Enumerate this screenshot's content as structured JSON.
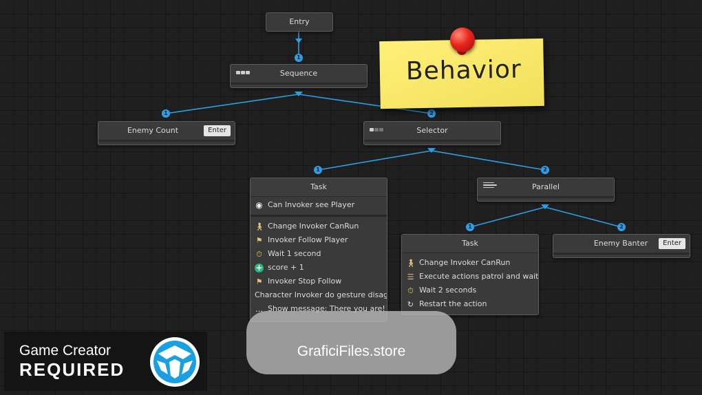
{
  "graph": {
    "entry": {
      "label": "Entry"
    },
    "sequence": {
      "label": "Sequence",
      "icon": "sequence-icon"
    },
    "enemy_count": {
      "label": "Enemy Count",
      "button": "Enter"
    },
    "selector": {
      "label": "Selector",
      "icon": "selector-icon"
    },
    "task1": {
      "title": "Task",
      "conditions": [
        {
          "icon": "eye-icon",
          "text": "Can Invoker see Player"
        }
      ],
      "actions": [
        {
          "icon": "character-icon",
          "text": "Change Invoker CanRun"
        },
        {
          "icon": "character-follow-icon",
          "text": "Invoker Follow Player"
        },
        {
          "icon": "timer-icon",
          "text": "Wait 1 second"
        },
        {
          "icon": "plus-icon",
          "text": "score + 1"
        },
        {
          "icon": "character-follow-icon",
          "text": "Invoker Stop Follow"
        },
        {
          "icon": "",
          "text": "Character Invoker do gesture disag"
        },
        {
          "icon": "chat-icon",
          "text": "Show message: There you are!"
        }
      ]
    },
    "parallel": {
      "label": "Parallel",
      "icon": "parallel-icon"
    },
    "task2": {
      "title": "Task",
      "actions": [
        {
          "icon": "character-icon",
          "text": "Change Invoker CanRun"
        },
        {
          "icon": "actions-list-icon",
          "text": "Execute actions patrol and wait"
        },
        {
          "icon": "timer-icon",
          "text": "Wait 2 seconds"
        },
        {
          "icon": "restart-icon",
          "text": "Restart the action"
        }
      ]
    },
    "enemy_banter": {
      "label": "Enemy Banter",
      "button": "Enter"
    },
    "ports": [
      "1",
      "1",
      "2",
      "1",
      "2",
      "1",
      "2"
    ]
  },
  "sticky_note": {
    "text": "Behavior",
    "color": "#f7e566"
  },
  "badge": {
    "line1": "Game Creator",
    "line2": "REQUIRED"
  },
  "watermark": {
    "text": "GraficiFiles.store"
  },
  "colors": {
    "edge": "#2e9fe6",
    "node": "#3a3a3b",
    "background": "#1f1f20"
  }
}
